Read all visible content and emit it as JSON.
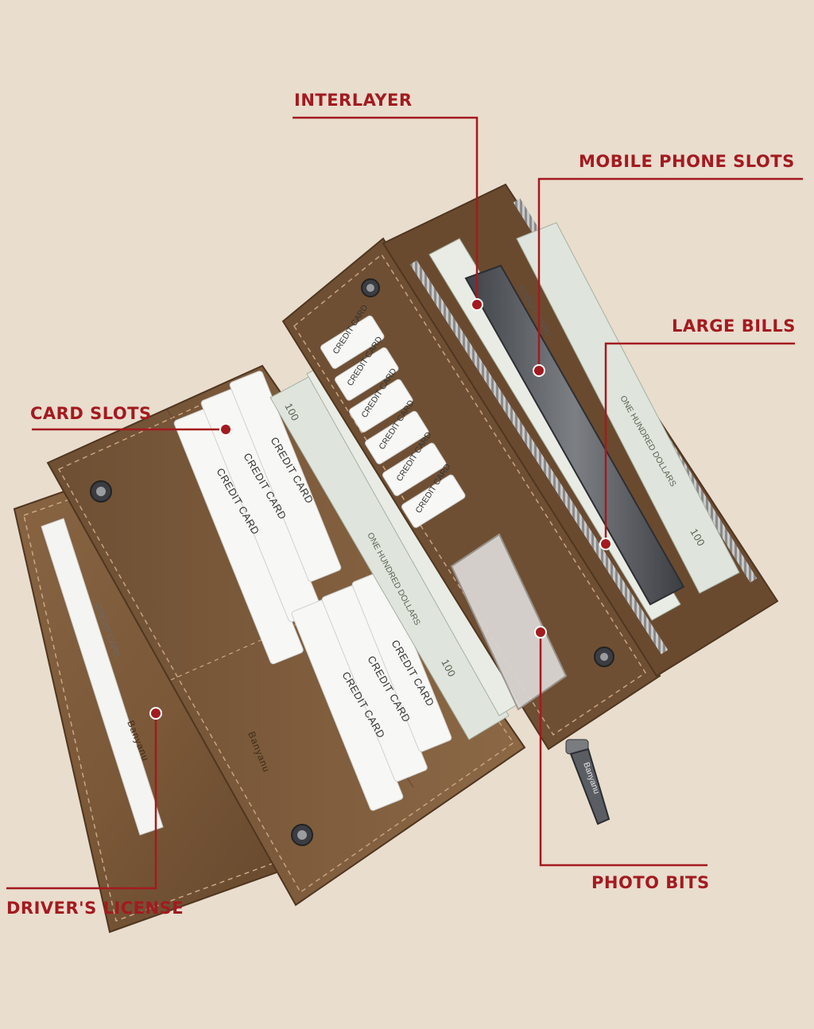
{
  "colors": {
    "background": "#e9ddce",
    "accent": "#a31a1f",
    "leather": "#7b5a3b",
    "leather_dark": "#5b3f27",
    "card": "#f7f7f5",
    "metal": "#4a4d52"
  },
  "callouts": {
    "interlayer": "INTERLAYER",
    "mobile_phone_slots": "MOBILE PHONE SLOTS",
    "large_bills": "LARGE BILLS",
    "card_slots": "CARD SLOTS",
    "drivers_license": "DRIVER'S LICENSE",
    "photo_bits": "PHOTO BITS"
  },
  "cards": {
    "credit_card": "CREDIT CARD"
  },
  "bills": {
    "denomination": "100",
    "legend": "ONE HUNDRED DOLLARS"
  },
  "brand": {
    "name": "Banyanu"
  }
}
